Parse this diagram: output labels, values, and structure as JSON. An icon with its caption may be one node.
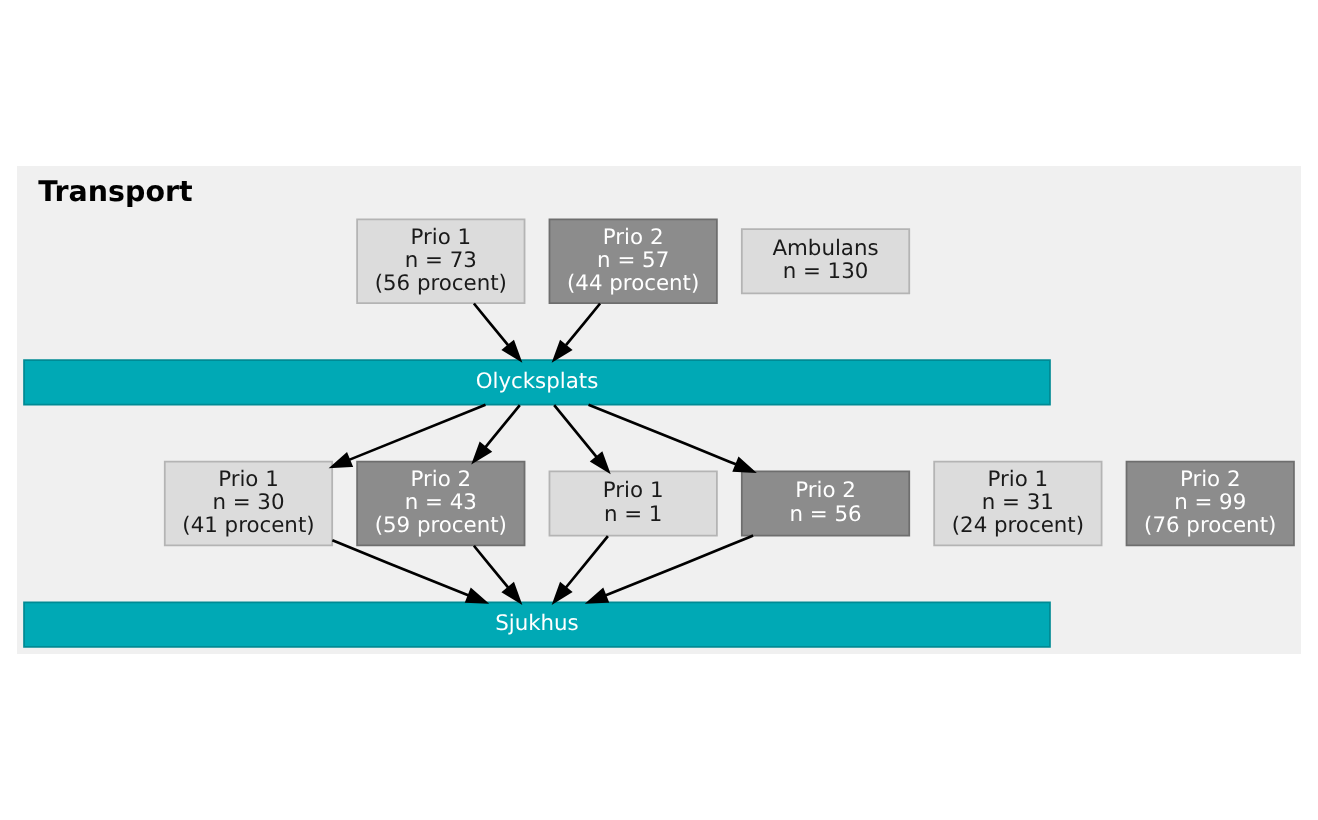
{
  "diagram": {
    "title": "Transport",
    "nodes": [
      {
        "text": [
          "Prio 1",
          "n = 73",
          "(56 procent)"
        ]
      },
      {
        "text": [
          "Ambulans",
          "n = 130"
        ]
      },
      {
        "text": [
          "Prio 2",
          "n = 57",
          "(44 procent)"
        ]
      },
      {
        "text": [
          "Olycksplats"
        ]
      },
      {
        "text": [
          "Prio 1",
          "n = 30",
          "(41 procent)"
        ]
      },
      {
        "text": [
          "Prio 2",
          "n = 43",
          "(59 procent)"
        ]
      },
      {
        "text": [
          "Prio 1",
          "n = 31",
          "(24 procent)"
        ]
      },
      {
        "text": [
          "Prio 2",
          "n = 99",
          "(76 procent)"
        ]
      },
      {
        "text": [
          "Prio 1",
          "n = 1"
        ]
      },
      {
        "text": [
          "Prio 2",
          "n = 56"
        ]
      },
      {
        "text": [
          "Sjukhus"
        ]
      }
    ],
    "edges": [
      {
        "from": 0,
        "to": 3,
        "arrow": "to"
      },
      {
        "from": 2,
        "to": 3,
        "arrow": "to"
      },
      {
        "from": 3,
        "to": 4,
        "arrow": "to"
      },
      {
        "from": 3,
        "to": 5,
        "arrow": "to"
      },
      {
        "from": 3,
        "to": 8,
        "arrow": "to"
      },
      {
        "from": 3,
        "to": 9,
        "arrow": "to"
      },
      {
        "from": 4,
        "to": 10,
        "arrow": "to"
      },
      {
        "from": 5,
        "to": 10,
        "arrow": "to"
      },
      {
        "from": 8,
        "to": 10,
        "arrow": "to"
      },
      {
        "from": 9,
        "to": 10,
        "arrow": "to"
      }
    ]
  }
}
